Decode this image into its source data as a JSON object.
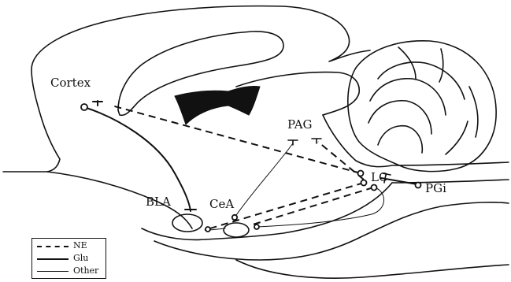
{
  "labels": {
    "cortex": "Cortex",
    "pag": "PAG",
    "lc": "LC",
    "pgi": "PGi",
    "bla": "BLA",
    "cea": "CeA"
  },
  "legend": {
    "ne": "NE",
    "glu": "Glu",
    "other": "Other"
  },
  "colors": {
    "ink": "#111111",
    "ventricle": "#111111",
    "background": "#ffffff"
  }
}
